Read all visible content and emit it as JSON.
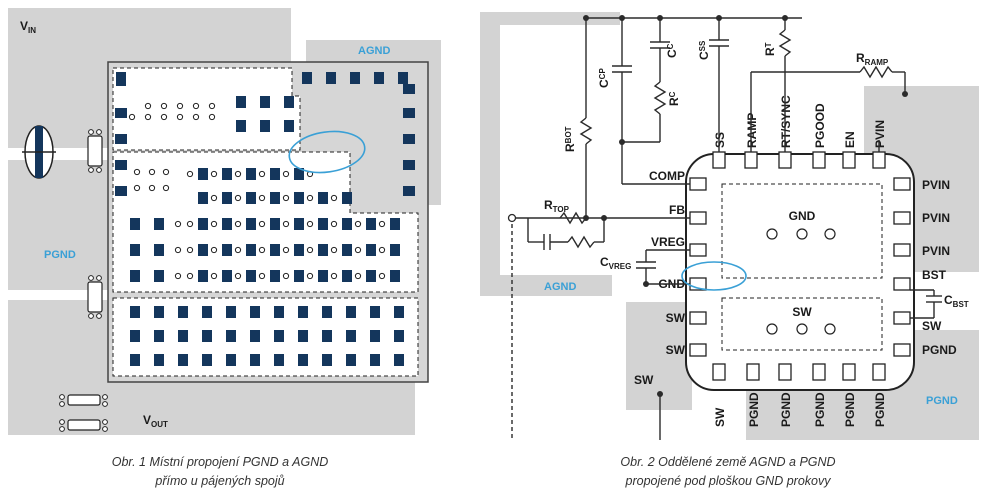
{
  "figure1": {
    "labels": {
      "vin": "V",
      "vin_sub": "IN",
      "agnd": "AGND",
      "pgnd": "PGND",
      "vout": "V",
      "vout_sub": "OUT"
    },
    "caption_line1": "Obr. 1  Místní propojení PGND a AGND",
    "caption_line2": "přímo u pájených spojů"
  },
  "figure2": {
    "labels": {
      "agnd": "AGND",
      "sw_left": "SW",
      "pgnd_right": "PGND",
      "gnd_pad": "GND",
      "sw_pad": "SW"
    },
    "components": {
      "ccp": "C",
      "ccp_sub": "CP",
      "cc": "C",
      "cc_sub": "C",
      "css": "C",
      "css_sub": "SS",
      "rt": "R",
      "rt_sub": "T",
      "rramp": "R",
      "rramp_sub": "RAMP",
      "rc": "R",
      "rc_sub": "C",
      "rbot": "R",
      "rbot_sub": "BOT",
      "rtop": "R",
      "rtop_sub": "TOP",
      "cvreg": "C",
      "cvreg_sub": "VREG",
      "cbst": "C",
      "cbst_sub": "BST"
    },
    "pins": {
      "top": [
        "SS",
        "RAMP",
        "RT/SYNC",
        "PGOOD",
        "EN",
        "PVIN"
      ],
      "left": [
        "COMP",
        "FB",
        "VREG",
        "GND",
        "SW",
        "SW"
      ],
      "right": [
        "PVIN",
        "PVIN",
        "PVIN",
        "BST",
        "SW",
        "PGND"
      ],
      "bottom": [
        "SW",
        "PGND",
        "PGND",
        "PGND",
        "PGND",
        "PGND"
      ]
    },
    "caption_line1": "Obr. 2  Oddělené země AGND a PGND",
    "caption_line2": "propojené pod ploškou GND prokovy"
  },
  "colors": {
    "plane_gray": "#d3d3d3",
    "pad_navy": "#14365c",
    "accent_blue": "#3aa0d6",
    "trace": "#2b2b2b"
  }
}
